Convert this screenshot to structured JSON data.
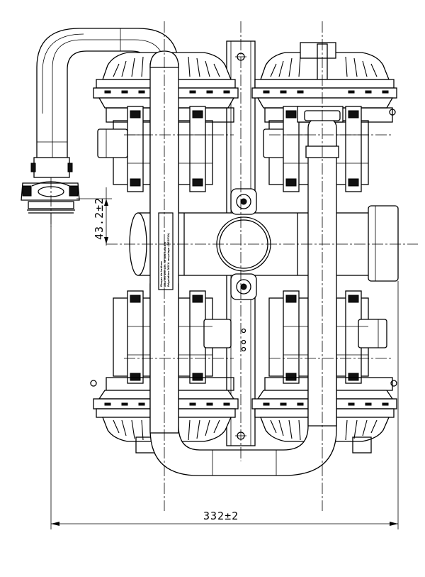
{
  "drawing": {
    "dimensions": {
      "overall_width": "332±2",
      "inlet_offset": "43.2±2"
    },
    "warning_label": [
      "Régulation DGCA recyclage (DESP10)",
      "Bloc en service: ne pas toucher",
      "Risque de brûlure"
    ]
  }
}
